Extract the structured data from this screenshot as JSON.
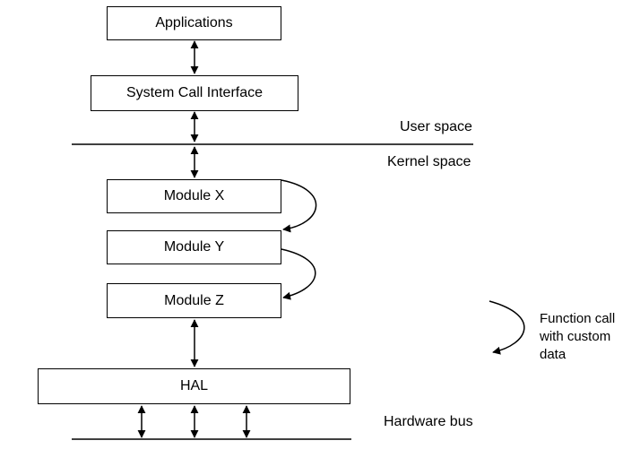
{
  "boxes": {
    "applications": "Applications",
    "system_call_interface": "System Call Interface",
    "module_x": "Module X",
    "module_y": "Module Y",
    "module_z": "Module Z",
    "hal": "HAL"
  },
  "labels": {
    "user_space": "User space",
    "kernel_space": "Kernel space",
    "hardware_bus": "Hardware bus"
  },
  "legend": {
    "line1": "Function call",
    "line2": "with custom",
    "line3": "data"
  },
  "colors": {
    "stroke": "#000000",
    "background": "#ffffff"
  }
}
